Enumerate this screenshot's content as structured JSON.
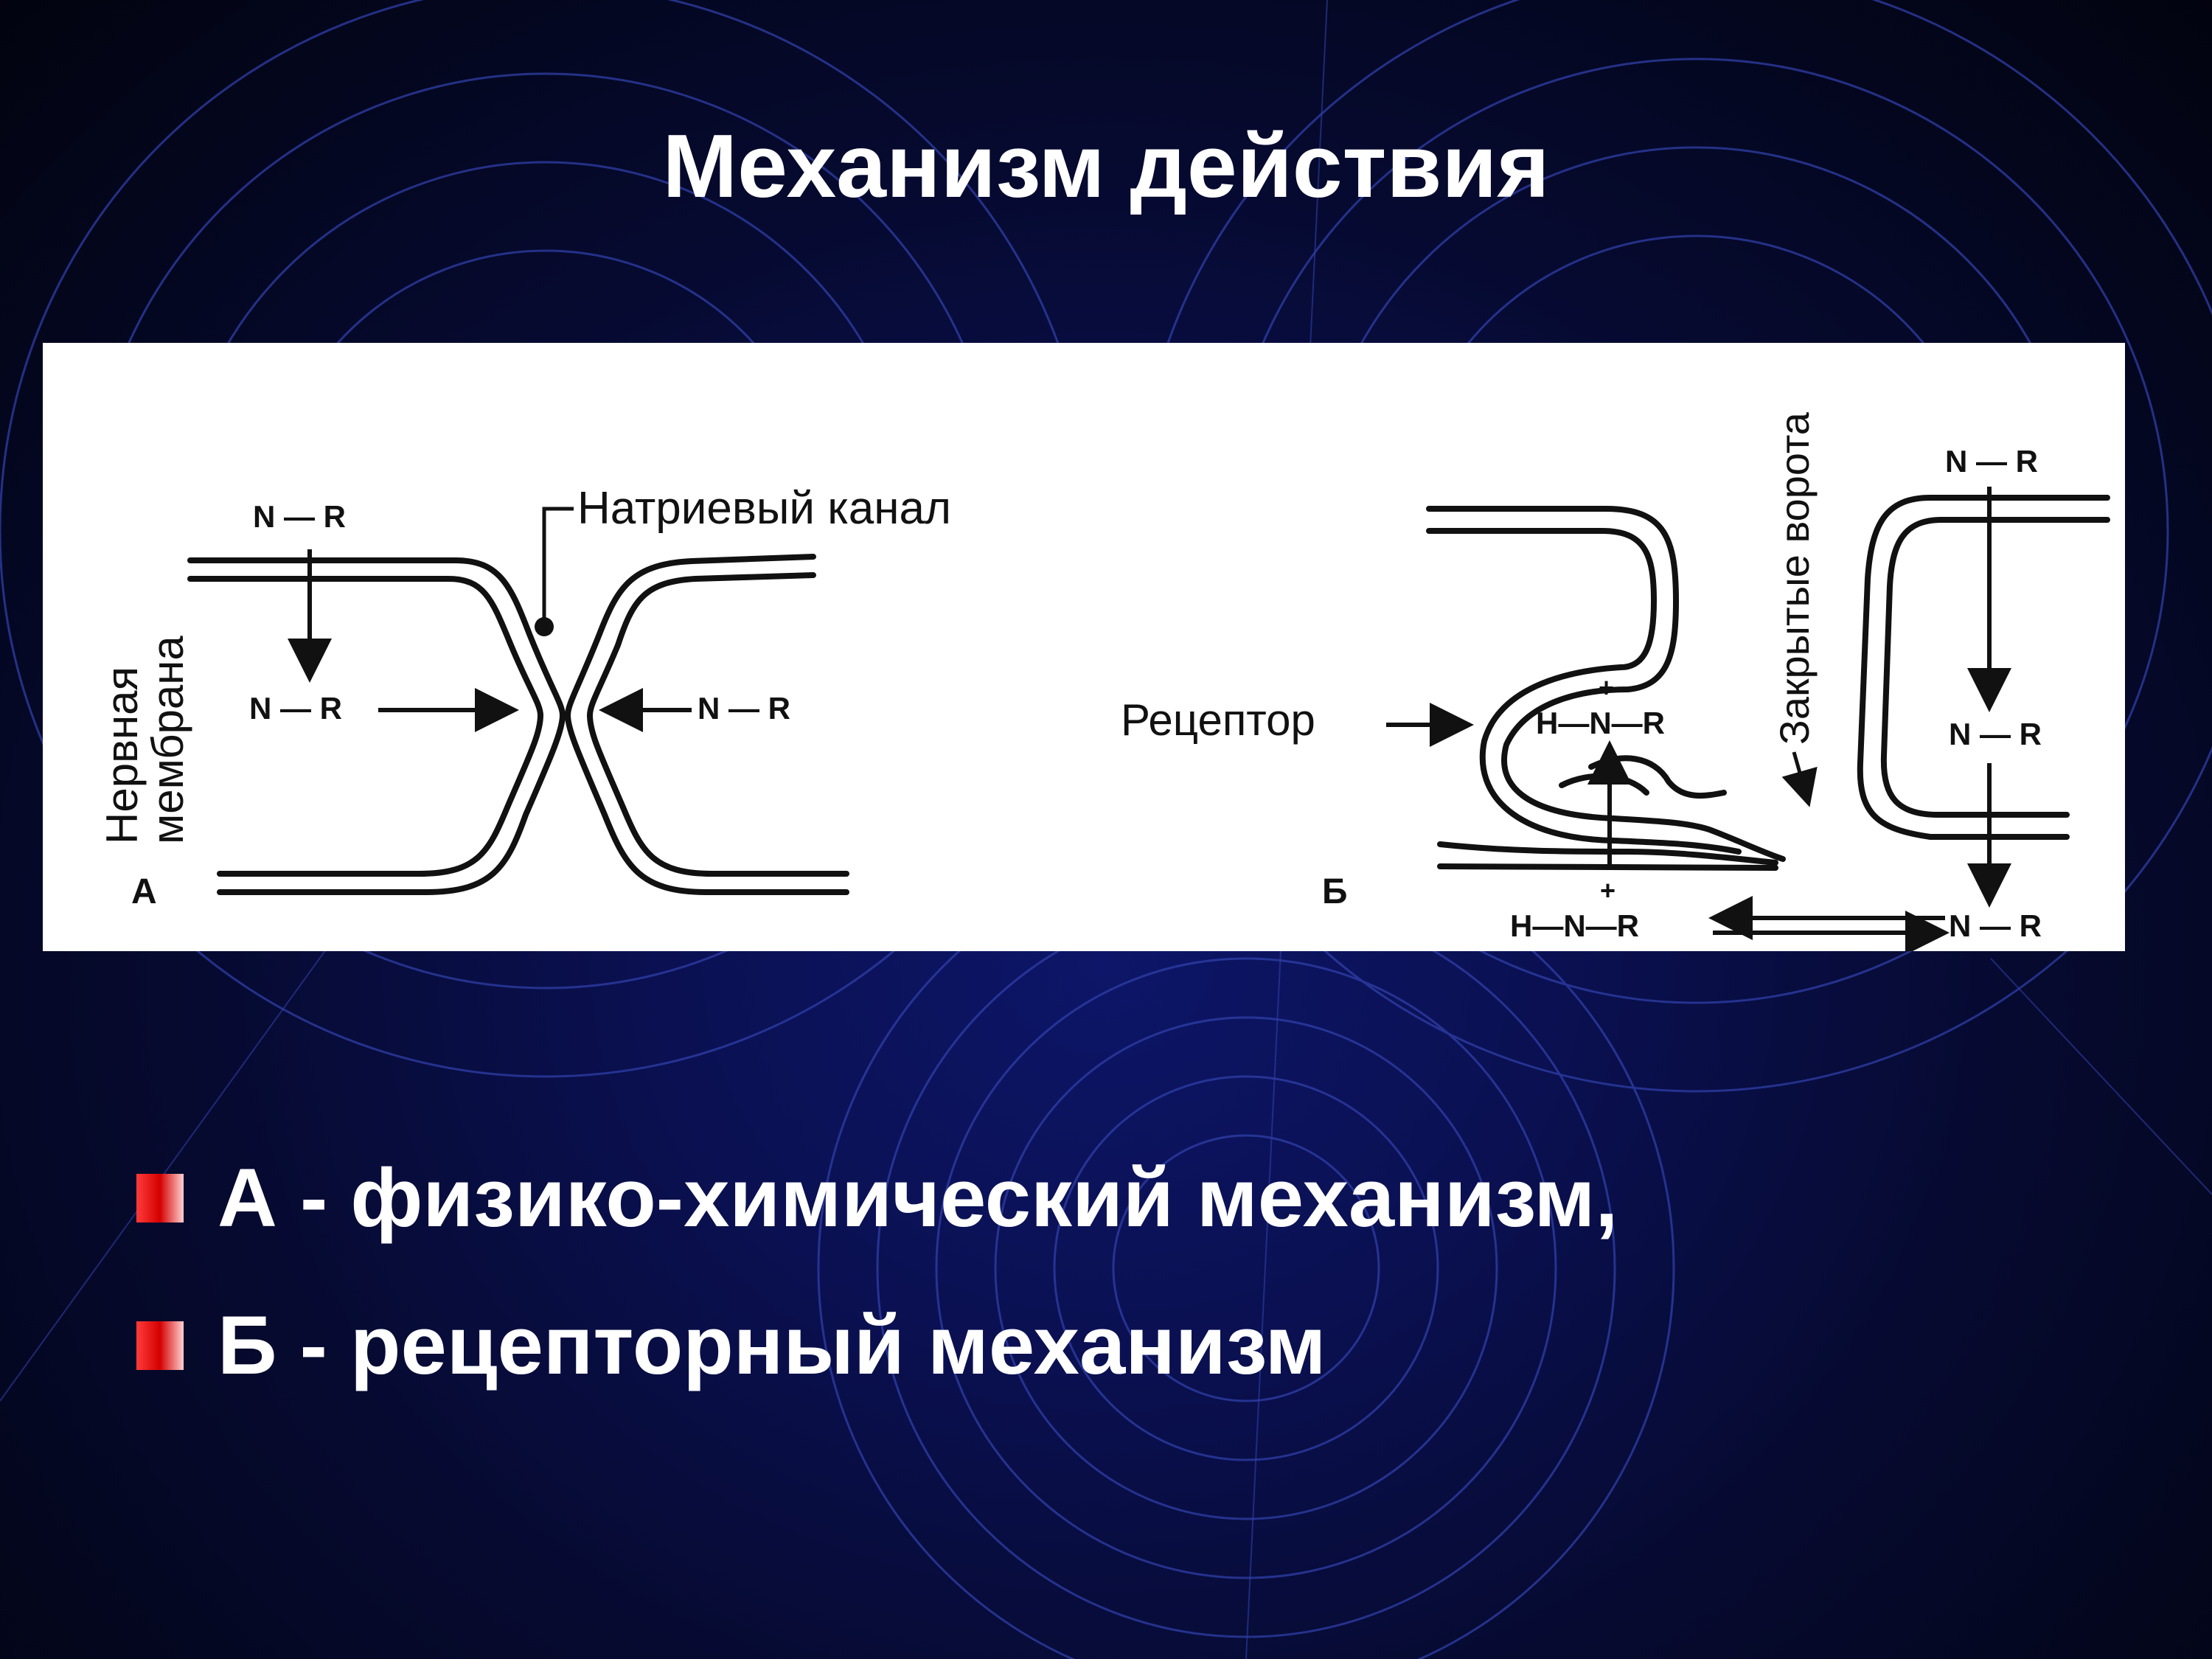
{
  "slide": {
    "title": "Механизм действия",
    "bullets": [
      "А - физико-химический механизм,",
      "Б - рецепторный механизм"
    ],
    "colors": {
      "background": "#060a30",
      "ring": "#2f3fa8",
      "bullet": "#e01010",
      "text": "#ffffff"
    }
  },
  "diagram": {
    "panel_a": {
      "letter": "А",
      "membrane_label_1": "Нервная",
      "membrane_label_2": "мембрана",
      "channel_label": "Натриевый канал",
      "nr_top": "N — R",
      "nr_left": "N — R",
      "nr_right": "N — R"
    },
    "panel_b": {
      "letter": "Б",
      "receptor_label": "Рецептор",
      "gate_label": "Закрытые ворота",
      "hnr_inner": "H—N—R",
      "hnr_bottom": "H—N—R",
      "nr_top": "N — R",
      "nr_mid": "N — R",
      "nr_bottom": "N — R",
      "plus": "+"
    }
  }
}
